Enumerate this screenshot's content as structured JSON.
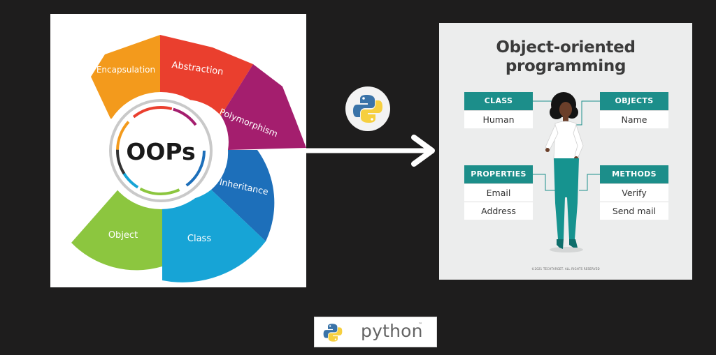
{
  "oops_wheel": {
    "center_label": "OOPs",
    "segments": [
      {
        "label": "Encapsulation",
        "color": "#f39a1c"
      },
      {
        "label": "Abstraction",
        "color": "#ea3f2e"
      },
      {
        "label": "Polymorphism",
        "color": "#a41e6e"
      },
      {
        "label": "Inheritance",
        "color": "#1d6fba"
      },
      {
        "label": "Class",
        "color": "#17a4d6"
      },
      {
        "label": "Object",
        "color": "#8cc63f"
      }
    ]
  },
  "oop_card": {
    "title_line1": "Object-oriented",
    "title_line2": "programming",
    "class": {
      "header": "CLASS",
      "rows": [
        "Human"
      ]
    },
    "objects": {
      "header": "OBJECTS",
      "rows": [
        "Name"
      ]
    },
    "properties": {
      "header": "PROPERTIES",
      "rows": [
        "Email",
        "Address"
      ]
    },
    "methods": {
      "header": "METHODS",
      "rows": [
        "Verify",
        "Send mail"
      ]
    },
    "copyright": "©2021 TECHTARGET. ALL RIGHTS RESERVED",
    "accent_color": "#1c8e8a"
  },
  "python_logo": {
    "wordmark": "python",
    "trademark": "™"
  }
}
